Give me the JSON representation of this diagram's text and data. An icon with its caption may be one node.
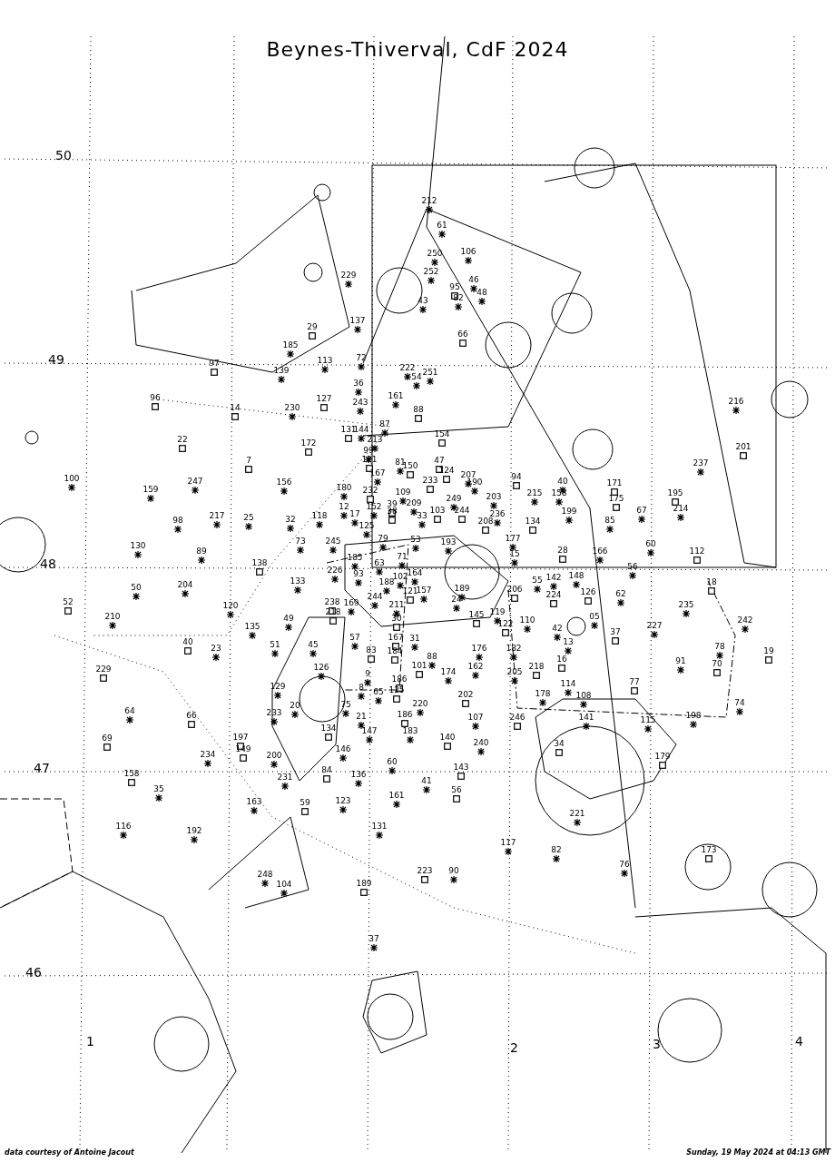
{
  "diagram": {
    "title": "Beynes-Thiverval, CdF 2024",
    "labels": [
      "50",
      "49",
      "48",
      "47",
      "46",
      "1",
      "2",
      "3",
      "4",
      "212",
      "61",
      "250",
      "106",
      "229",
      "252",
      "46",
      "95",
      "82",
      "48",
      "43",
      "137",
      "29",
      "66",
      "185",
      "113",
      "72",
      "97",
      "139",
      "222",
      "54",
      "251",
      "36",
      "127",
      "161",
      "243",
      "88",
      "96",
      "14",
      "230",
      "216",
      "87",
      "131",
      "144",
      "213",
      "172",
      "154",
      "22",
      "201",
      "7",
      "99",
      "121",
      "81",
      "150",
      "47",
      "237",
      "100",
      "247",
      "156",
      "167",
      "233",
      "124",
      "207",
      "190",
      "94",
      "40",
      "171",
      "159",
      "180",
      "232",
      "109",
      "249",
      "203",
      "215",
      "158",
      "175",
      "195",
      "12",
      "152",
      "39",
      "209",
      "103",
      "244",
      "236",
      "199",
      "67",
      "214",
      "98",
      "217",
      "25",
      "32",
      "118",
      "17",
      "38",
      "33",
      "85",
      "125",
      "208",
      "134",
      "28",
      "79",
      "53",
      "193",
      "177",
      "73",
      "245",
      "15",
      "130",
      "89",
      "166",
      "60",
      "112",
      "138",
      "185",
      "63",
      "71",
      "56",
      "226",
      "93",
      "102",
      "164",
      "55",
      "142",
      "148",
      "18",
      "50",
      "204",
      "133",
      "188",
      "121",
      "157",
      "189",
      "206",
      "126",
      "62",
      "52",
      "120",
      "238",
      "169",
      "244",
      "211",
      "24",
      "224",
      "235",
      "210",
      "49",
      "218",
      "30",
      "145",
      "119",
      "110",
      "05",
      "242",
      "135",
      "122",
      "42",
      "37",
      "227",
      "40",
      "23",
      "51",
      "45",
      "57",
      "83",
      "167",
      "31",
      "13",
      "78",
      "19",
      "126",
      "184",
      "88",
      "176",
      "182",
      "229",
      "101",
      "174",
      "162",
      "218",
      "16",
      "91",
      "70",
      "9",
      "186",
      "205",
      "114",
      "77",
      "129",
      "8",
      "65",
      "125",
      "202",
      "178",
      "108",
      "20",
      "75",
      "220",
      "74",
      "64",
      "66",
      "233",
      "21",
      "186",
      "107",
      "246",
      "141",
      "115",
      "198",
      "134",
      "147",
      "183",
      "69",
      "197",
      "140",
      "240",
      "34",
      "234",
      "149",
      "200",
      "146",
      "60",
      "179",
      "158",
      "231",
      "84",
      "136",
      "143",
      "35",
      "41",
      "56",
      "163",
      "59",
      "123",
      "161",
      "221",
      "116",
      "192",
      "131",
      "117",
      "82",
      "173",
      "248",
      "223",
      "90",
      "76",
      "104",
      "189",
      "37",
      "data courtesy of Antoine Jacout",
      "Sunday, 19 May 2024 at 04:13 GMT"
    ]
  }
}
